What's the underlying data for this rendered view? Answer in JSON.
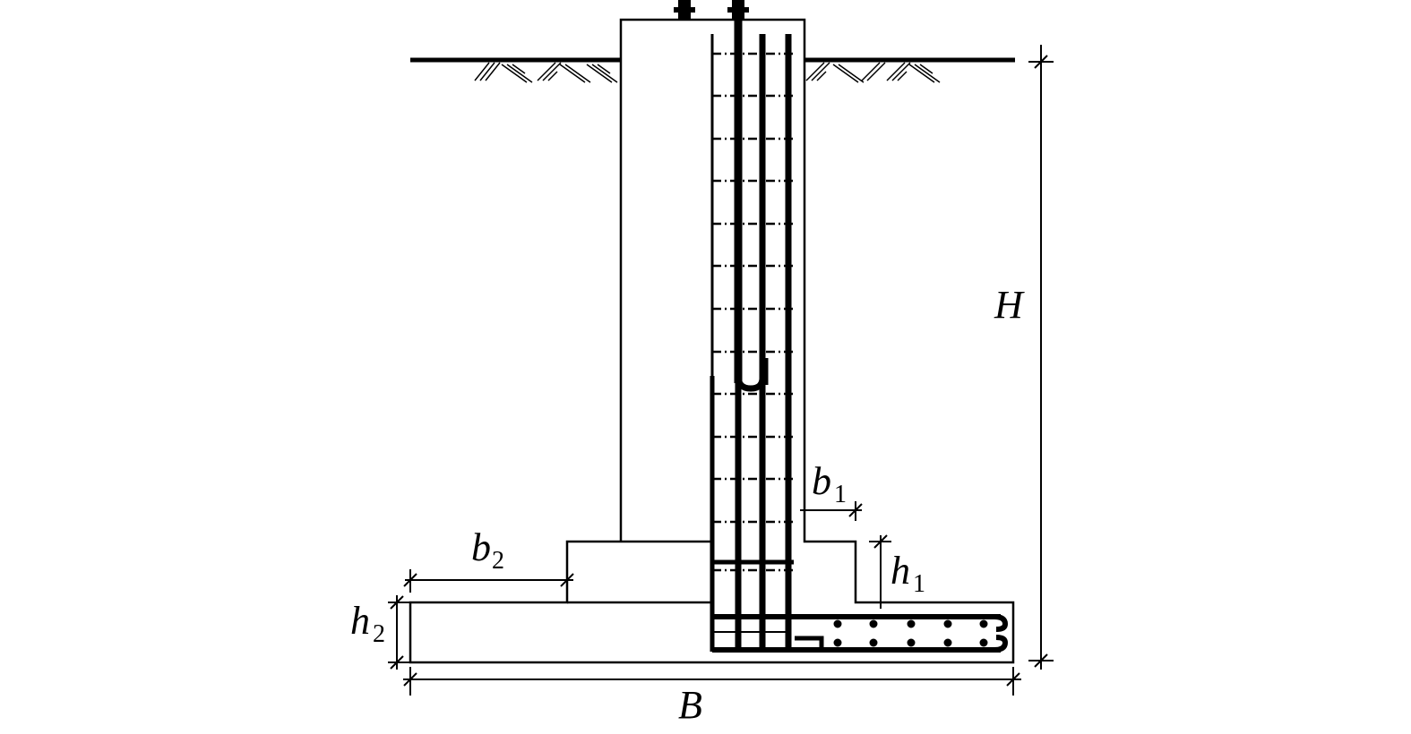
{
  "figure": {
    "type": "retaining-wall-foundation-section",
    "labels": {
      "H": "H",
      "B": "B",
      "b1_main": "b",
      "b1_sub": "1",
      "b2_main": "b",
      "b2_sub": "2",
      "h1_main": "h",
      "h1_sub": "1",
      "h2_main": "h",
      "h2_sub": "2"
    },
    "colors": {
      "line": "#000000",
      "background": "#ffffff"
    }
  }
}
